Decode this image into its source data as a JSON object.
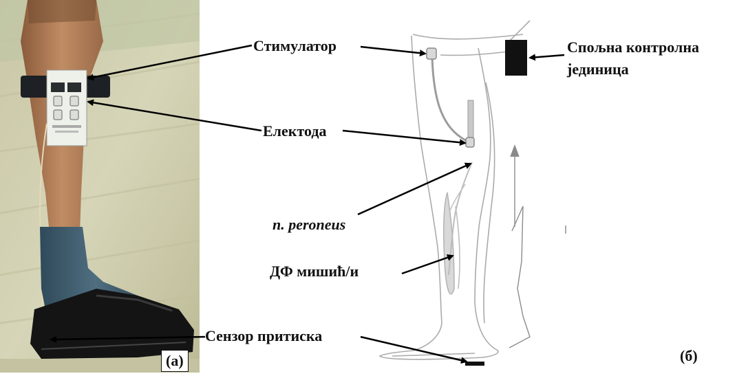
{
  "labels": {
    "stimulator": "Стимулатор",
    "control_unit_line1": "Спољна контролна",
    "control_unit_line2": "јединица",
    "electrode": "Електода",
    "nerve": "n. peroneus",
    "muscles": "ДФ мишић/и",
    "pressure_sensor": "Сензор притиска"
  },
  "panels": {
    "a": "(a)",
    "b": "(б)"
  }
}
